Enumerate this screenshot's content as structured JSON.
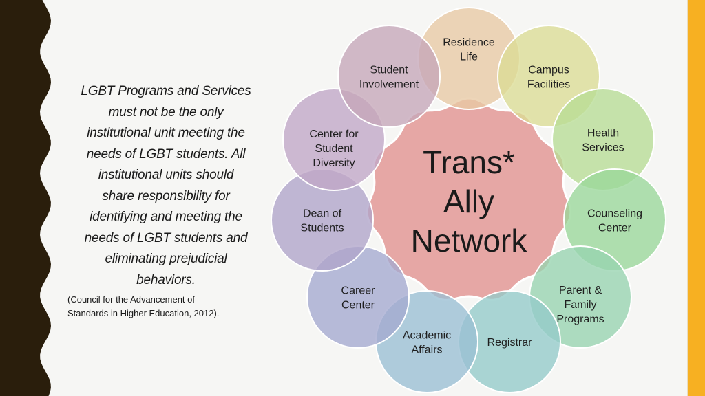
{
  "quote": {
    "lines": [
      "LGBT Programs and Services",
      "must not be the only",
      "institutional unit meeting the",
      "needs of LGBT students. All",
      "institutional units should",
      "share responsibility for",
      "identifying and meeting the",
      "needs of LGBT students and",
      "eliminating prejudicial",
      "behaviors."
    ],
    "citation_lines": [
      "(Council for the Advancement of",
      "Standards in Higher Education, 2012)."
    ]
  },
  "diagram": {
    "center": {
      "lines": [
        "Trans*",
        "Ally",
        "Network"
      ],
      "color": "#e6a7a5"
    },
    "nodes": [
      {
        "id": "residence-life",
        "lines": [
          "Residence",
          "Life"
        ],
        "color": "#e8c9a4"
      },
      {
        "id": "campus-facilities",
        "lines": [
          "Campus",
          "Facilities"
        ],
        "color": "#dbdc95"
      },
      {
        "id": "health-services",
        "lines": [
          "Health",
          "Services"
        ],
        "color": "#b7dc95"
      },
      {
        "id": "counseling-center",
        "lines": [
          "Counseling",
          "Center"
        ],
        "color": "#9ad79a"
      },
      {
        "id": "parent-family-programs",
        "lines": [
          "Parent &",
          "Family",
          "Programs"
        ],
        "color": "#97d3b0"
      },
      {
        "id": "registrar",
        "lines": [
          "Registrar"
        ],
        "color": "#94cac9"
      },
      {
        "id": "academic-affairs",
        "lines": [
          "Academic",
          "Affairs"
        ],
        "color": "#9abfd3"
      },
      {
        "id": "career-center",
        "lines": [
          "Career",
          "Center"
        ],
        "color": "#a4a9cf"
      },
      {
        "id": "dean-of-students",
        "lines": [
          "Dean of",
          "Students"
        ],
        "color": "#b0a4c9"
      },
      {
        "id": "center-for-student-diversity",
        "lines": [
          "Center for",
          "Student",
          "Diversity"
        ],
        "color": "#c0a6c6"
      },
      {
        "id": "student-involvement",
        "lines": [
          "Student",
          "Involvement"
        ],
        "color": "#c5a7b9"
      }
    ]
  },
  "colors": {
    "left_border": "#2a1e0c",
    "right_stripe": "#f7b022"
  }
}
